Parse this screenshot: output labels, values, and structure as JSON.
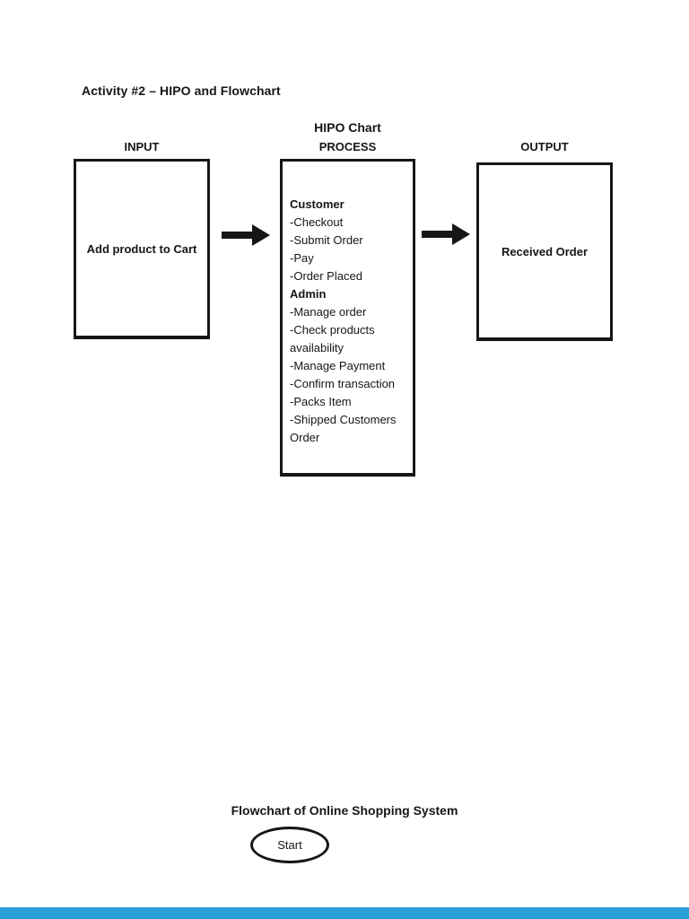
{
  "document": {
    "activity_title": "Activity #2 – HIPO and Flowchart",
    "hipo": {
      "chart_title": "HIPO Chart",
      "input": {
        "label": "INPUT",
        "content": "Add product to Cart"
      },
      "process": {
        "label": "PROCESS",
        "lines": [
          "Customer",
          "-Checkout",
          "-Submit Order",
          "-Pay",
          "-Order Placed",
          "Admin",
          "-Manage order",
          "-Check products availability",
          "-Manage Payment",
          "-Confirm transaction",
          "-Packs Item",
          "-Shipped Customers Order"
        ]
      },
      "output": {
        "label": "OUTPUT",
        "content": "Received Order"
      }
    },
    "flowchart": {
      "title": "Flowchart of Online Shopping System",
      "start_label": "Start"
    },
    "colors": {
      "ink": "#161616",
      "page_bg": "#ffffff",
      "bottom_bar": "#2a9fd8"
    }
  }
}
